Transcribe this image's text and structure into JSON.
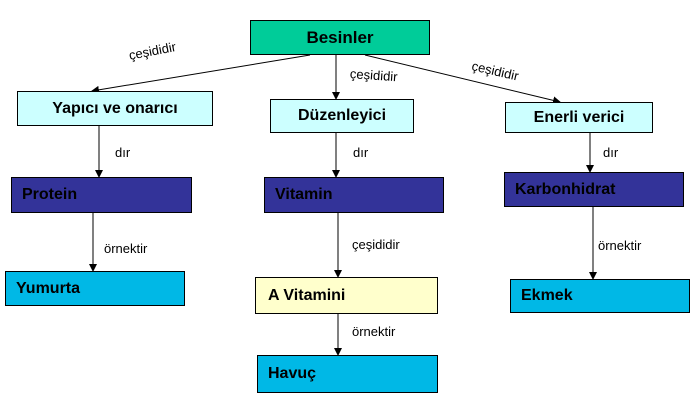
{
  "colors": {
    "root": "#00cc99",
    "category": "#ccffff",
    "type": "#333399",
    "example": "#00b8e6",
    "subtype": "#ffffcc"
  },
  "nodes": {
    "besinler": "Besinler",
    "yapici": "Yapıcı ve onarıcı",
    "duzenleyici": "Düzenleyici",
    "enerji": "Enerli verici",
    "protein": "Protein",
    "vitamin": "Vitamin",
    "karbonhidrat": "Karbonhidrat",
    "yumurta": "Yumurta",
    "avitamini": "A Vitamini",
    "ekmek": "Ekmek",
    "havuc": "Havuç"
  },
  "edge_labels": {
    "besinler_yapici": "çeşididir",
    "besinler_duzenleyici": "çeşididir",
    "besinler_enerji": "çeşididir",
    "yapici_protein": "dır",
    "duzenleyici_vitamin": "dır",
    "enerji_karbonhidrat": "dır",
    "protein_yumurta": "örnektir",
    "vitamin_avitamini": "çeşididir",
    "karbonhidrat_ekmek": "örnektir",
    "avitamini_havuc": "örnektir"
  }
}
